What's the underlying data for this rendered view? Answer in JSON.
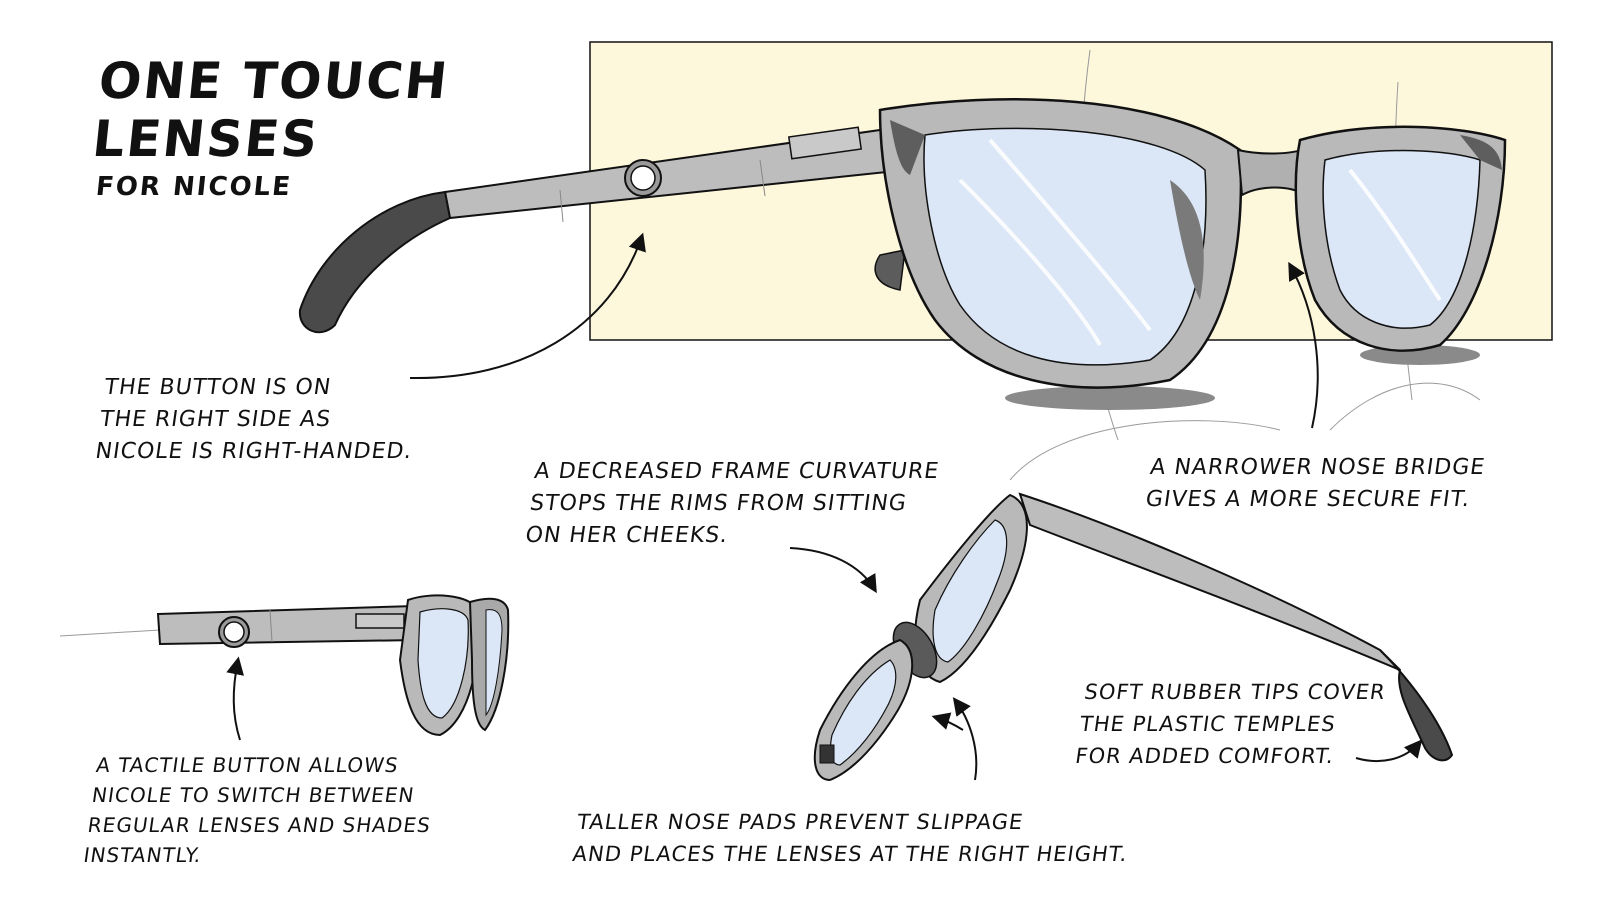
{
  "title": {
    "line1": "ONE TOUCH",
    "line2": "LENSES",
    "subtitle": "FOR NICOLE"
  },
  "annotations": {
    "button_side": "THE BUTTON IS ON\nTHE RIGHT SIDE AS\nNICOLE IS RIGHT-HANDED.",
    "frame_curvature": "A DECREASED FRAME CURVATURE\nSTOPS THE RIMS FROM SITTING\nON HER CHEEKS.",
    "nose_bridge": "A NARROWER NOSE BRIDGE\nGIVES A MORE SECURE FIT.",
    "tactile_button": "A TACTILE BUTTON ALLOWS\nNICOLE TO SWITCH BETWEEN\nREGULAR LENSES AND SHADES\nINSTANTLY.",
    "rubber_tips": "SOFT RUBBER TIPS COVER\nTHE PLASTIC TEMPLES\nFOR ADDED COMFORT.",
    "nose_pads": "TALLER NOSE PADS PREVENT SLIPPAGE\nAND PLACES THE LENSES AT THE RIGHT HEIGHT."
  },
  "colors": {
    "background_panel": "#fdf7dc",
    "frame": "#b9b9b9",
    "frame_dark": "#6e6e6e",
    "rubber_tip": "#4a4a4a",
    "lens": "#dbe7f7",
    "ink": "#111111"
  },
  "icons": {
    "button": "round-tactile-button",
    "arrow": "curved-arrow"
  }
}
